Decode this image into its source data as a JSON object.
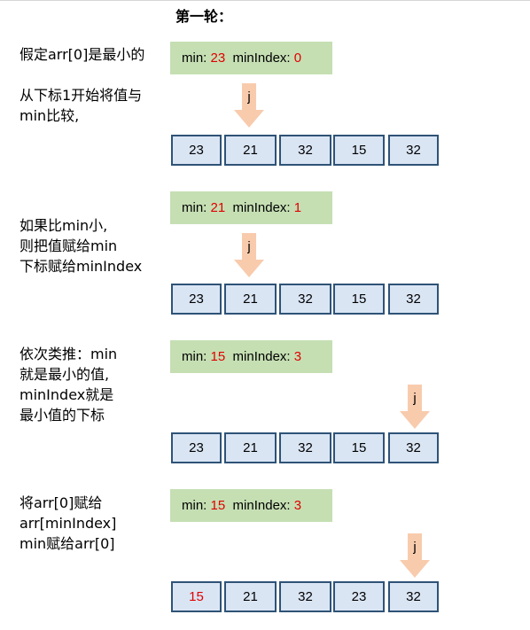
{
  "title": "第一轮：",
  "colors": {
    "info_bg": "#c5dfb3",
    "highlight_red": "#e00000",
    "cell_fill": "#dae5f4",
    "cell_border": "#2f5377",
    "arrow_fill": "#f8cbad"
  },
  "steps": [
    {
      "notes": [
        "假定arr[0]是最小的",
        "",
        "从下标1开始将值与",
        "min比较,"
      ],
      "info": {
        "min_label": "min:",
        "min_value": "23",
        "index_label": "minIndex:",
        "index_value": "0"
      },
      "pointer": {
        "label": "j",
        "position": 1
      },
      "array": [
        {
          "value": "23",
          "highlight": false
        },
        {
          "value": "21",
          "highlight": false
        },
        {
          "value": "32",
          "highlight": false
        },
        {
          "value": "15",
          "highlight": false
        },
        {
          "value": "32",
          "highlight": false
        }
      ]
    },
    {
      "notes": [
        "如果比min小,",
        "则把值赋给min",
        "下标赋给minIndex"
      ],
      "info": {
        "min_label": "min:",
        "min_value": "21",
        "index_label": "minIndex:",
        "index_value": "1"
      },
      "pointer": {
        "label": "j",
        "position": 1
      },
      "array": [
        {
          "value": "23",
          "highlight": false
        },
        {
          "value": "21",
          "highlight": false
        },
        {
          "value": "32",
          "highlight": false
        },
        {
          "value": "15",
          "highlight": false
        },
        {
          "value": "32",
          "highlight": false
        }
      ]
    },
    {
      "notes": [
        "依次类推：min",
        "就是最小的值,",
        "minIndex就是",
        "最小值的下标"
      ],
      "info": {
        "min_label": "min:",
        "min_value": "15",
        "index_label": "minIndex:",
        "index_value": "3"
      },
      "pointer": {
        "label": "j",
        "position": 4
      },
      "array": [
        {
          "value": "23",
          "highlight": false
        },
        {
          "value": "21",
          "highlight": false
        },
        {
          "value": "32",
          "highlight": false
        },
        {
          "value": "15",
          "highlight": false
        },
        {
          "value": "32",
          "highlight": false
        }
      ]
    },
    {
      "notes": [
        "将arr[0]赋给",
        "arr[minIndex]",
        "min赋给arr[0]"
      ],
      "info": {
        "min_label": "min:",
        "min_value": "15",
        "index_label": "minIndex:",
        "index_value": "3"
      },
      "pointer": {
        "label": "j",
        "position": 4
      },
      "array": [
        {
          "value": "15",
          "highlight": true
        },
        {
          "value": "21",
          "highlight": false
        },
        {
          "value": "32",
          "highlight": false
        },
        {
          "value": "23",
          "highlight": false
        },
        {
          "value": "32",
          "highlight": false
        }
      ]
    }
  ]
}
